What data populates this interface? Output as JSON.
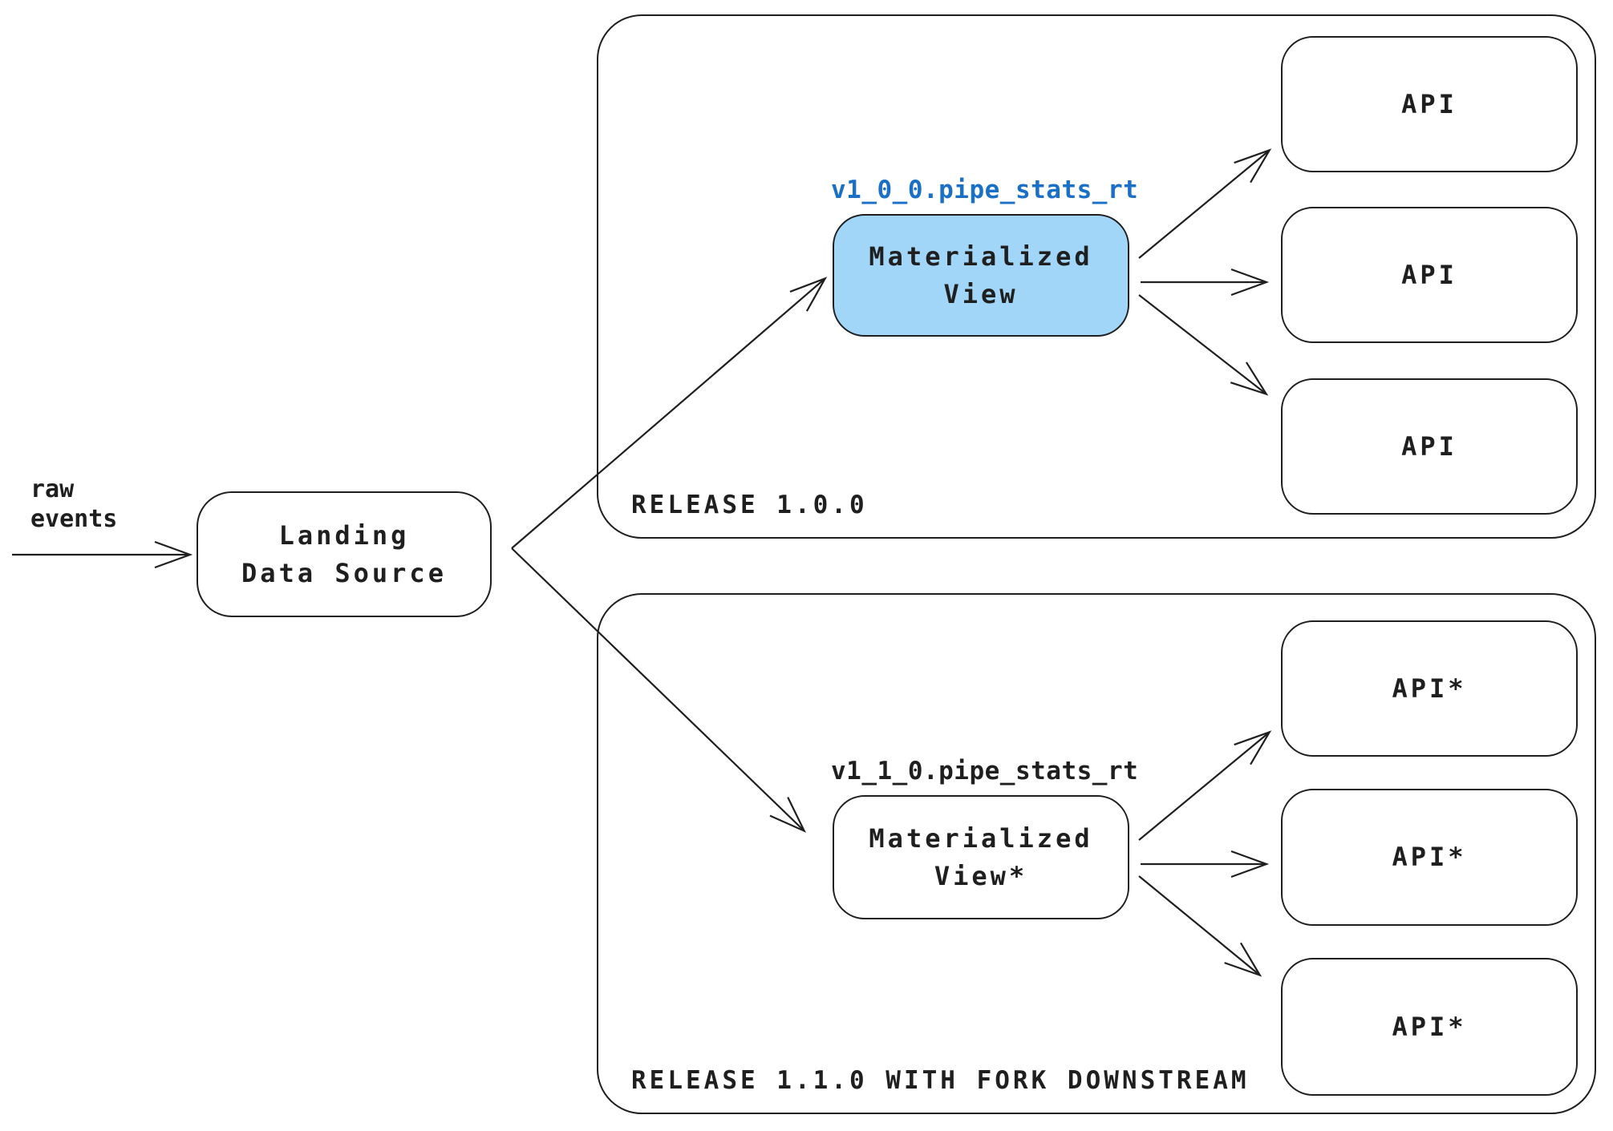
{
  "colors": {
    "line": "#1f1f1f",
    "materialized_view_fill": "#a2d6f8",
    "schema_accent_text": "#1a6fc7"
  },
  "source": {
    "annotation": "raw\nevents",
    "label": "Landing\nData Source"
  },
  "releases": [
    {
      "title": "RELEASE 1.0.0",
      "schema": "v1_0_0.pipe_stats_rt",
      "view": "Materialized\nView",
      "apis": [
        "API",
        "API",
        "API"
      ]
    },
    {
      "title": "RELEASE 1.1.0 WITH FORK DOWNSTREAM",
      "schema": "v1_1_0.pipe_stats_rt",
      "view": "Materialized\nView*",
      "apis": [
        "API*",
        "API*",
        "API*"
      ]
    }
  ]
}
